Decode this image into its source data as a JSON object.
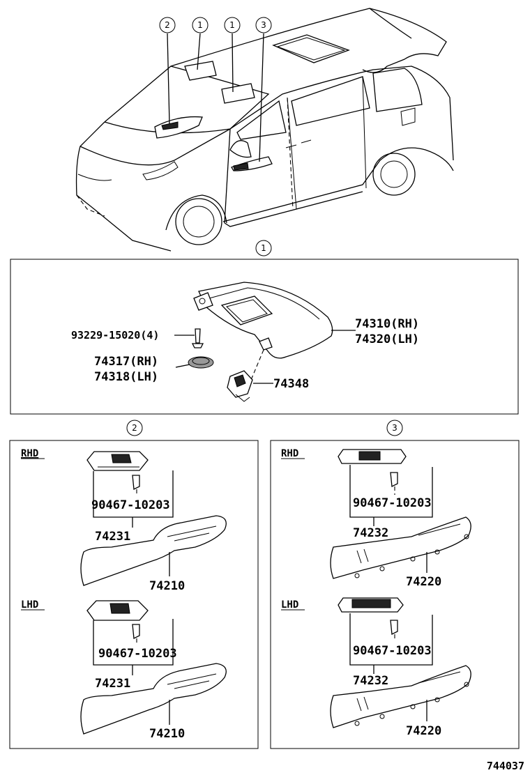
{
  "overview": {
    "callouts": [
      "2",
      "1",
      "1",
      "3"
    ]
  },
  "section_visor": {
    "callout": "1",
    "parts": {
      "screw": "93229-15020(4)",
      "visor_rh": "74310(RH)",
      "visor_lh": "74320(LH)",
      "holder_rh": "74317(RH)",
      "holder_lh": "74318(LH)",
      "clip": "74348"
    }
  },
  "section_left": {
    "callout": "2",
    "rhd": {
      "tag": "RHD",
      "screw": "90467-10203",
      "cover": "74231",
      "armrest": "74210"
    },
    "lhd": {
      "tag": "LHD",
      "screw": "90467-10203",
      "cover": "74231",
      "armrest": "74210"
    }
  },
  "section_right": {
    "callout": "3",
    "rhd": {
      "tag": "RHD",
      "screw": "90467-10203",
      "cover": "74232",
      "armrest": "74220"
    },
    "lhd": {
      "tag": "LHD",
      "screw": "90467-10203",
      "cover": "74232",
      "armrest": "74220"
    }
  },
  "footer": {
    "drawing_number": "744037"
  }
}
